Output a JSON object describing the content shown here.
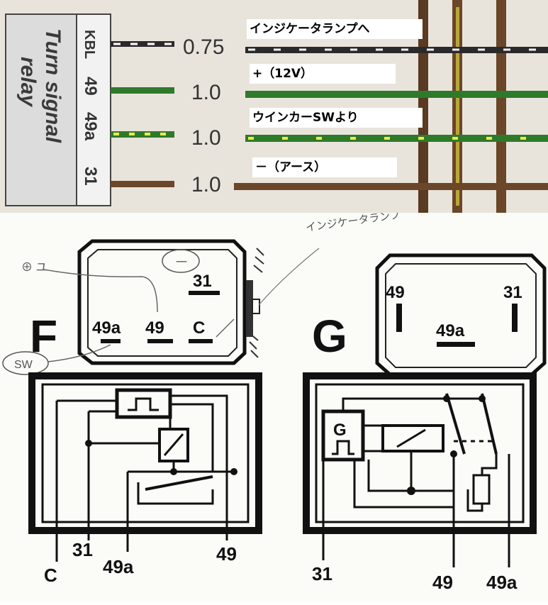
{
  "photo": {
    "relay_name": [
      "Turn signal",
      "relay"
    ],
    "pins": [
      "KBL",
      "49",
      "49a",
      "31"
    ],
    "gauges": [
      "0.75",
      "1.0",
      "1.0",
      "1.0"
    ],
    "wire_labels": [
      "インジケータランプへ",
      "+（12V）",
      "ウインカーSWより",
      "－（アース）"
    ],
    "colors": {
      "black_wire": "#2a2a2a",
      "green_wire": "#2f7a2a",
      "yellow_stripe": "#f0e84a",
      "brown_wire": "#6b4628"
    }
  },
  "diagram_f": {
    "letter": "F",
    "face_pins": [
      "31",
      "49a",
      "49",
      "C"
    ],
    "handwritten": [
      "⊕ ユ",
      "SW",
      "一",
      "インジケータランプ"
    ],
    "bottom_pins": [
      "C",
      "31",
      "49a",
      "49"
    ]
  },
  "diagram_g": {
    "letter": "G",
    "face_pins": [
      "49",
      "31",
      "49a"
    ],
    "internal_label": "G",
    "bottom_pins": [
      "31",
      "49",
      "49a"
    ]
  }
}
